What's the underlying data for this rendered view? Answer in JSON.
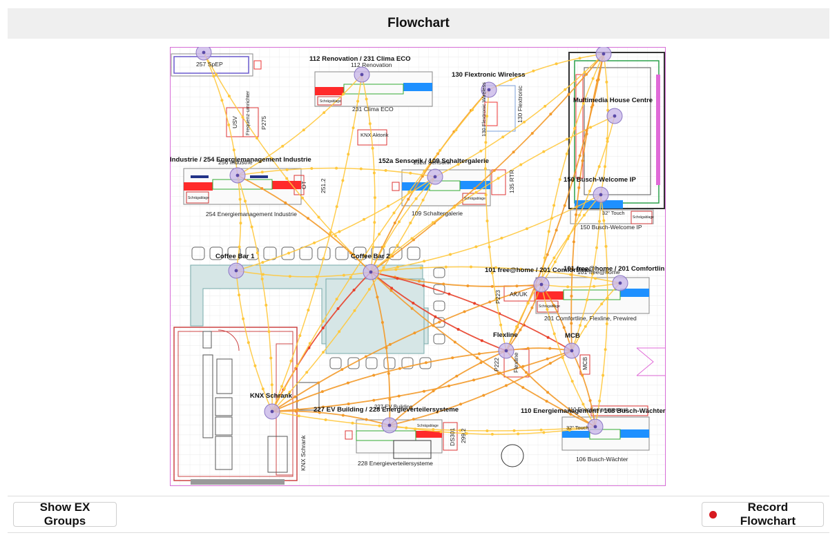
{
  "header": {
    "title": "Flowchart"
  },
  "footer": {
    "show_groups_label": "Show EX Groups",
    "record_label": "Record Flowchart",
    "record_color": "#d71920"
  },
  "colors": {
    "flow_strong": "#e8402a",
    "flow_medium": "#f39a2a",
    "flow_light": "#ffc83d",
    "node_fill": "#c9b8e8",
    "node_center": "#5b4aa8",
    "accent_blue": "#1e90ff",
    "accent_red": "#ff2a2a"
  },
  "floorplan": {
    "node_labels": [
      "112 Renovation / 231 Clima ECO",
      "130 Flextronic Wireless",
      "Multimedia House Centre",
      "Industrie / 254 Energiemanagement Industrie",
      "152a Sensorik / 109 Schaltergalerie",
      "150 Busch-Welcome IP",
      "Coffee Bar 1",
      "Coffee Bar 2",
      "101 free@home / 201 Comfortline",
      "101 free@home / 201 Comfortlin",
      "Flexline",
      "MCB",
      "KNX Schrank",
      "227 EV Building / 228 Energieverteilersysteme",
      "110 Energiemanagement / 106 Busch-Wächter"
    ],
    "area_labels": [
      "257 SpEP",
      "112 Renovation",
      "231 Clima ECO",
      "130 Flextronic Wireless",
      "130 Flextronic",
      "USV",
      "Frequenz-umrichter",
      "P275",
      "KNX Aktorik",
      "256 Industrie",
      "254 Energiemanagement Industrie",
      "OT",
      "251.2",
      "152a Sensorik",
      "109 Schaltergalerie",
      "135 RTR",
      "150 Busch-Welcome IP",
      "32\" Touch",
      "101 free@home",
      "AK/UK",
      "P223",
      "201 Comfortline, Flexline, Prewired",
      "P222",
      "Flexline",
      "MCB",
      "227 EV Building",
      "DS301",
      "299.2",
      "228 Energieverteilersysteme",
      "KNX Schrank",
      "110 Energiemanagement",
      "106 Busch-Wächter",
      "Schrägablage"
    ]
  }
}
